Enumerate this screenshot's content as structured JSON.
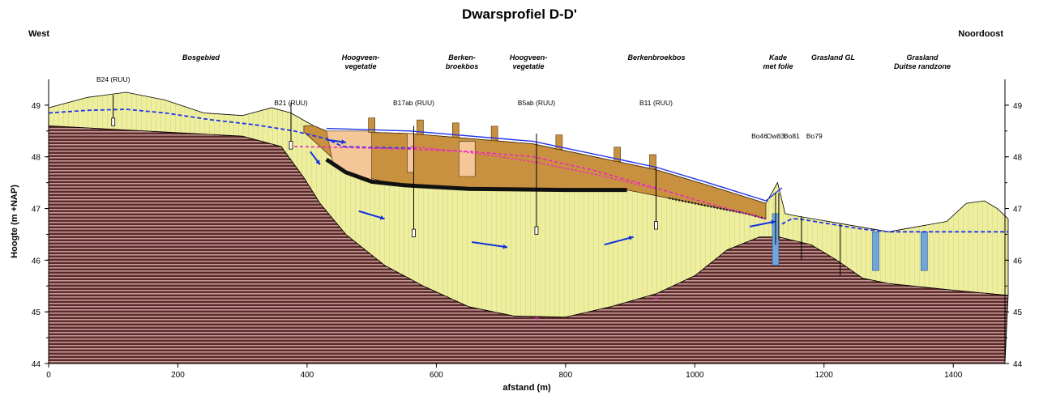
{
  "title": "Dwarsprofiel D-D'",
  "direction_left": "West",
  "direction_right": "Noordoost",
  "zones": [
    {
      "label": [
        "Bosgebied"
      ]
    },
    {
      "label": [
        "Hoogveen-",
        "vegetatie"
      ]
    },
    {
      "label": [
        "Berken-",
        "broekbos"
      ]
    },
    {
      "label": [
        "Hoogveen-",
        "vegetatie"
      ]
    },
    {
      "label": [
        "Berkenbroekbos"
      ]
    },
    {
      "label": [
        "Kade",
        "met folie"
      ]
    },
    {
      "label": [
        "Grasland GL"
      ]
    },
    {
      "label": [
        "Grasland",
        "Duitse randzone"
      ]
    }
  ],
  "wells": [
    {
      "label": "B24 (RUU)",
      "x": 100
    },
    {
      "label": "B21 (RUU)",
      "x": 375
    },
    {
      "label": "B17ab (RUU)",
      "x": 565
    },
    {
      "label": "B5ab (RUU)",
      "x": 755
    },
    {
      "label": "B11 (RUU)",
      "x": 940
    },
    {
      "label": "Bo46",
      "x": 1100
    },
    {
      "label": "Ow83",
      "x": 1125
    },
    {
      "label": "Bo81",
      "x": 1150
    },
    {
      "label": "Bo79",
      "x": 1185
    }
  ],
  "chart_data": {
    "type": "cross-section",
    "xlabel": "afstand (m)",
    "ylabel": "Hoogte (m +NAP)",
    "xlim": [
      0,
      1480
    ],
    "ylim": [
      44,
      49.5
    ],
    "xticks": [
      0,
      200,
      400,
      600,
      800,
      1000,
      1200,
      1400
    ],
    "yticks": [
      44,
      45,
      46,
      47,
      48,
      49
    ],
    "surface": [
      [
        0,
        48.95
      ],
      [
        60,
        49.15
      ],
      [
        120,
        49.25
      ],
      [
        180,
        49.1
      ],
      [
        240,
        48.85
      ],
      [
        300,
        48.8
      ],
      [
        345,
        48.95
      ],
      [
        375,
        48.85
      ],
      [
        410,
        48.6
      ],
      [
        430,
        48.5
      ],
      [
        560,
        48.45
      ],
      [
        750,
        48.25
      ],
      [
        940,
        47.75
      ],
      [
        1020,
        47.45
      ],
      [
        1110,
        47.1
      ],
      [
        1128,
        47.5
      ],
      [
        1140,
        46.9
      ],
      [
        1160,
        46.85
      ],
      [
        1300,
        46.55
      ],
      [
        1390,
        46.75
      ],
      [
        1420,
        47.1
      ],
      [
        1448,
        47.15
      ],
      [
        1468,
        47.0
      ],
      [
        1485,
        46.8
      ]
    ],
    "sand_base": [
      [
        0,
        48.6
      ],
      [
        150,
        48.5
      ],
      [
        300,
        48.4
      ],
      [
        360,
        48.2
      ],
      [
        395,
        47.6
      ],
      [
        420,
        47.1
      ],
      [
        460,
        46.5
      ],
      [
        520,
        45.9
      ],
      [
        580,
        45.5
      ],
      [
        650,
        45.1
      ],
      [
        720,
        44.92
      ],
      [
        800,
        44.9
      ],
      [
        870,
        45.1
      ],
      [
        940,
        45.35
      ],
      [
        1000,
        45.7
      ],
      [
        1050,
        46.2
      ],
      [
        1100,
        46.45
      ],
      [
        1130,
        46.45
      ],
      [
        1180,
        46.3
      ],
      [
        1220,
        46.0
      ],
      [
        1260,
        45.65
      ],
      [
        1300,
        45.55
      ],
      [
        1400,
        45.42
      ],
      [
        1485,
        45.32
      ]
    ],
    "peat_bottom": [
      [
        395,
        48.48
      ],
      [
        420,
        48.2
      ],
      [
        450,
        47.85
      ],
      [
        480,
        47.65
      ],
      [
        530,
        47.48
      ],
      [
        600,
        47.4
      ],
      [
        700,
        47.38
      ],
      [
        800,
        47.37
      ],
      [
        890,
        47.37
      ],
      [
        960,
        47.2
      ],
      [
        1020,
        47.05
      ],
      [
        1080,
        46.9
      ],
      [
        1110,
        46.8
      ]
    ],
    "dark_layer": [
      [
        430,
        47.95
      ],
      [
        460,
        47.7
      ],
      [
        500,
        47.52
      ],
      [
        550,
        47.45
      ],
      [
        650,
        47.38
      ],
      [
        800,
        47.36
      ],
      [
        895,
        47.36
      ]
    ],
    "light_peat": [
      [
        [
          430,
          48.5
        ],
        [
          500,
          48.5
        ],
        [
          500,
          47.55
        ],
        [
          470,
          47.62
        ],
        [
          440,
          47.88
        ]
      ],
      [
        [
          555,
          48.45
        ],
        [
          565,
          48.45
        ],
        [
          565,
          47.7
        ],
        [
          555,
          47.7
        ]
      ],
      [
        [
          635,
          48.3
        ],
        [
          660,
          48.3
        ],
        [
          660,
          47.62
        ],
        [
          635,
          47.62
        ]
      ]
    ],
    "groundwater_west": [
      [
        0,
        48.85
      ],
      [
        60,
        48.9
      ],
      [
        120,
        48.92
      ],
      [
        180,
        48.85
      ],
      [
        250,
        48.72
      ],
      [
        320,
        48.62
      ],
      [
        380,
        48.5
      ],
      [
        430,
        48.35
      ],
      [
        455,
        48.2
      ],
      [
        500,
        48.18
      ],
      [
        560,
        48.17
      ]
    ],
    "peat_water_blue": [
      [
        430,
        48.55
      ],
      [
        560,
        48.5
      ],
      [
        750,
        48.3
      ],
      [
        940,
        47.8
      ],
      [
        1020,
        47.5
      ],
      [
        1110,
        47.15
      ],
      [
        1135,
        47.4
      ]
    ],
    "groundwater_east": [
      [
        1135,
        46.7
      ],
      [
        1150,
        46.8
      ],
      [
        1160,
        46.8
      ],
      [
        1260,
        46.6
      ],
      [
        1300,
        46.55
      ],
      [
        1485,
        46.55
      ]
    ],
    "pink_head": [
      [
        380,
        48.2
      ],
      [
        460,
        48.18
      ],
      [
        560,
        48.15
      ],
      [
        655,
        48.1
      ],
      [
        750,
        48.0
      ],
      [
        840,
        47.75
      ],
      [
        940,
        47.4
      ],
      [
        1020,
        47.1
      ],
      [
        1110,
        46.8
      ]
    ],
    "pink_upper": [
      [
        560,
        48.2
      ],
      [
        640,
        48.1
      ],
      [
        700,
        48.0
      ],
      [
        760,
        47.88
      ],
      [
        850,
        47.65
      ],
      [
        940,
        47.38
      ]
    ],
    "ditches": [
      [
        1125,
        46.9,
        45.9
      ],
      [
        1280,
        46.55,
        45.8
      ],
      [
        1355,
        46.55,
        45.8
      ]
    ]
  }
}
